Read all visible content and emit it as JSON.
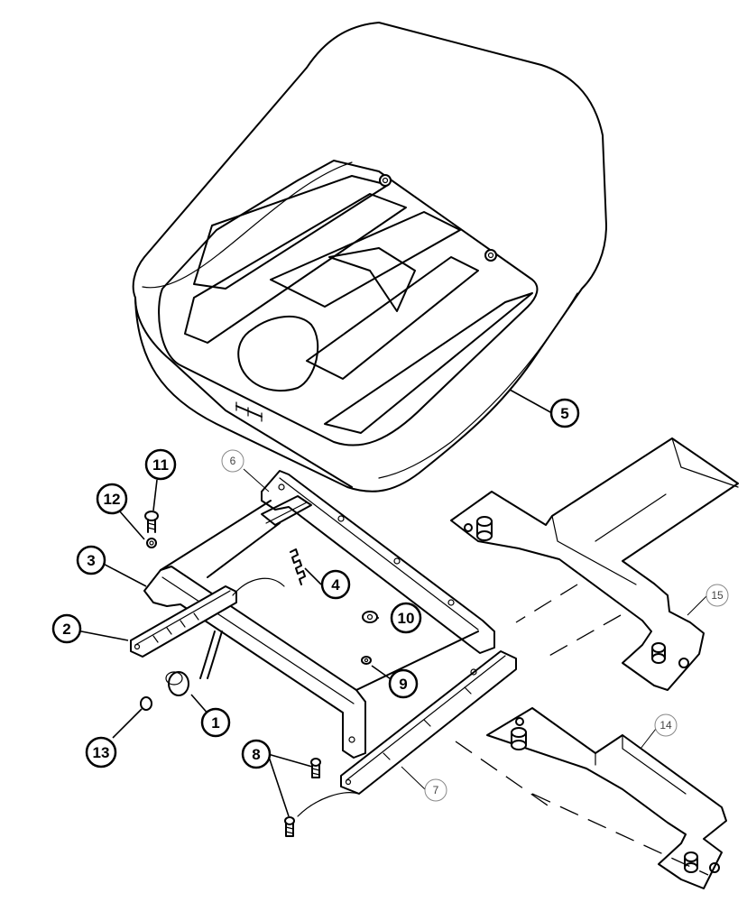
{
  "callouts": [
    {
      "id": "c1",
      "label": "1",
      "style": "bold"
    },
    {
      "id": "c2",
      "label": "2",
      "style": "bold"
    },
    {
      "id": "c3",
      "label": "3",
      "style": "bold"
    },
    {
      "id": "c4",
      "label": "4",
      "style": "bold"
    },
    {
      "id": "c5",
      "label": "5",
      "style": "bold"
    },
    {
      "id": "c6",
      "label": "6",
      "style": "light"
    },
    {
      "id": "c7",
      "label": "7",
      "style": "light"
    },
    {
      "id": "c8",
      "label": "8",
      "style": "bold"
    },
    {
      "id": "c9",
      "label": "9",
      "style": "bold"
    },
    {
      "id": "c10",
      "label": "10",
      "style": "bold"
    },
    {
      "id": "c11",
      "label": "11",
      "style": "bold"
    },
    {
      "id": "c12",
      "label": "12",
      "style": "bold"
    },
    {
      "id": "c13",
      "label": "13",
      "style": "bold"
    },
    {
      "id": "c14",
      "label": "14",
      "style": "light"
    },
    {
      "id": "c15",
      "label": "15",
      "style": "light"
    }
  ],
  "parts": [
    "seat-pan",
    "seat-frame",
    "left-slide-rail",
    "right-slide-rail",
    "spring",
    "knob",
    "bolt",
    "screw",
    "washer",
    "nut",
    "plug",
    "rear-bracket",
    "front-bracket"
  ]
}
